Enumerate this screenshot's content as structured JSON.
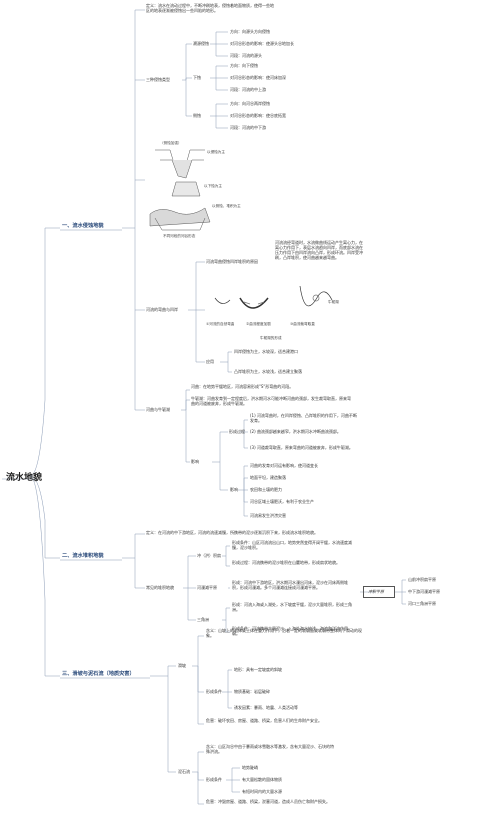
{
  "root": "流水地貌",
  "erosion": {
    "title": "一、流水侵蚀地貌",
    "def": "定义：流水在流动过程中，不断冲刷地表，侵蚀着地面物质，使得一些地区的地表逐渐被侵蚀出一些凹陷的地形。",
    "types_label": "三种侵蚀类型",
    "trace_label": "溯源侵蚀",
    "trace_items": [
      "方向：向源头方向侵蚀",
      "对河谷形态的影响：使源头谷地加长",
      "河段：河流的源头"
    ],
    "down_label": "下蚀",
    "down_items": [
      "方向：向下侵蚀",
      "对河谷形态的影响：使河床加深",
      "河段：河流的中上游"
    ],
    "side_label": "侧蚀",
    "side_items": [
      "方向：向河谷两岸侵蚀",
      "对河谷形态的影响：使谷底拓宽",
      "河段：河流的中下游"
    ],
    "fig1_note": "（侧蚀加强）",
    "fig1_a": "以侵蚀为主",
    "fig1_b": "以下蚀为主",
    "fig1_c": "以侧蚀、堆积为主",
    "fig_caption": "不同河段的河谷形态",
    "meander_label": "河流的弯曲与凹岸",
    "meander_label2": "河流弯曲侵蚀凹岸堆积的原因",
    "meander_text": "河流流经弯道时，水流做曲线运动产生离心力，在离心力作用下，表层水流趋向凹岸，而底部水流在压力作用下由凹岸流向凸岸，形成环流。凹岸受冲刷，凸岸堆积，使河曲越来越弯曲。",
    "fig2_cap1": "①河流的自然弯曲",
    "fig2_cap2": "②曲流程度加剧",
    "fig2_cap3": "③曲流裁弯取直",
    "fig2_caption": "牛轭湖的形成",
    "fig2_lake": "牛轭湖",
    "app_label": "应用",
    "app_items": [
      "凹岸侵蚀为主，水较深，适合建港口",
      "凸岸堆积为主，水较浅，适合建立聚落"
    ],
    "flat_label": "河曲与牛轭湖",
    "flat_text1": "河曲：在地势平缓地区，河流容易形成\"S\"形弯曲的河段。",
    "flat_text2": "牛轭湖：河曲发育到一定程度后，洪水期河水可能冲断河曲的颈部，发生裁弯取直，原来弯曲的河道被废弃，形成牛轭湖。",
    "form_label": "形成过程",
    "form_items": [
      "(1) 河流弯曲时，在凹岸侵蚀、凸岸堆积的作用下，河曲不断发育。",
      "(2) 曲流颈部越来越窄，洪水期河水冲断曲流颈部。",
      "(3) 河道裁弯取直，原来弯曲的河道被废弃，形成牛轭湖。"
    ],
    "effect_label": "影响",
    "effect_items": [
      "河曲的发育对河运有影响，使河道变长",
      "地面平坦，建造聚落",
      "农田和土壤的肥力",
      "河谷区域土壤肥沃，有利于农业生产",
      "河流易发生洪涝灾害"
    ]
  },
  "deposit": {
    "title": "二、流水堆积地貌",
    "def": "定义：在河流的中下游地区，河流的流速减慢，所携带的泥沙逐渐沉积下来，形成流水堆积地貌。",
    "main_label": "常见的堆积地貌",
    "fan_label": "冲（洪）积扇",
    "fan_items": [
      "形成条件：山区河流流出山口，地势突然变得开阔平缓，水流速度减慢，泥沙堆积。",
      "形成过程：河流携带的泥沙堆积在山麓地带，形成扇状地貌。"
    ],
    "plain_label": "河漫滩平原",
    "plain_items": [
      "形成：河流中下游地区，洪水期河水漫出河床，泥沙在河床两侧堆积，形成河漫滩。多个河漫滩连接成河漫滩平原。"
    ],
    "delta_label": "三角洲",
    "delta_items": [
      "形成：河流入海或入湖处，水下坡度平缓，泥沙大量堆积，形成三角洲。",
      "形成条件：河流携带大量泥沙，入海处海水较浅，海浪和洋流作用弱。"
    ],
    "summary_head": "冲积平原",
    "summary_items": [
      "山前冲积扇平原",
      "中下游河漫滩平原",
      "河口三角洲平原"
    ]
  },
  "hazard": {
    "title": "三、滑坡与泥石流（地质灾害）",
    "landslide_label": "滑坡",
    "landslide_def": "含义：山坡上的岩体或土体在重力作用下，沿着一定的软弱面或软弱带整体向下滑动的现象。",
    "landslide_cond_label": "形成条件",
    "landslide_conds": [
      "地形：具有一定坡度的斜坡",
      "物质基础：岩层破碎",
      "诱发因素：暴雨、地震、人类活动等"
    ],
    "landslide_harm": "危害：破坏农田、房屋、道路、桥梁，危害人们的生命财产安全。",
    "mudflow_label": "泥石流",
    "mudflow_def": "含义：山区沟谷中由于暴雨或冰雪融水等激发，含有大量泥沙、石块的特殊洪流。",
    "mudflow_cond_label": "形成条件",
    "mudflow_conds": [
      "地势陡峭",
      "有大量松散的固体物质",
      "有短时间内的大量水源"
    ],
    "mudflow_harm": "危害：冲毁房屋、道路、桥梁，淤塞河道，造成人员伤亡和财产损失。"
  }
}
